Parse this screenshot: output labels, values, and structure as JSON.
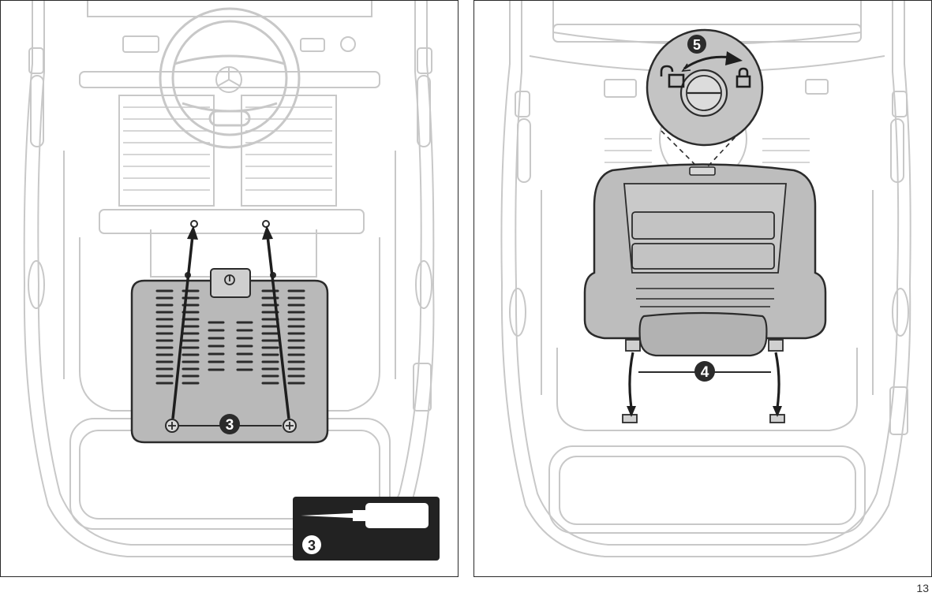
{
  "colors": {
    "line_light": "#c8c8c8",
    "line_dark": "#2b2b2b",
    "panel_fill": "#b9b9b9",
    "seat_fill": "#bdbdbd",
    "badge_fill": "#2b2b2b",
    "badge_text": "#ffffff",
    "tool_box": "#222222"
  },
  "steps": {
    "left_screw_step": "3",
    "tool_step": "3",
    "seat_tab_step": "4",
    "lock_step": "5"
  },
  "icons": {
    "screwdriver": "screwdriver-icon",
    "unlock": "unlocked-padlock-icon",
    "lock": "locked-padlock-icon",
    "rotate": "rotate-arrow-icon",
    "emblem": "car-emblem-icon"
  },
  "page": {
    "number": "13"
  }
}
